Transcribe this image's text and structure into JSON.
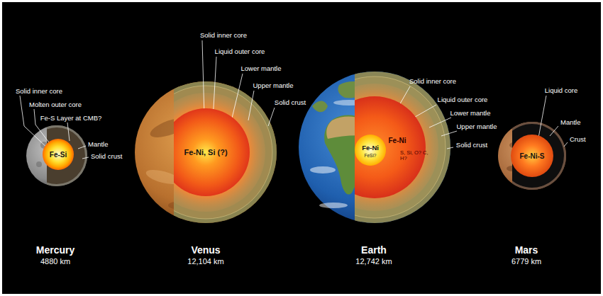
{
  "diagram": {
    "nodes": [
      {
        "text": [
          "Fe-Si"
        ]
      },
      {
        "text": [
          "Fe-Ni, Si (?)"
        ]
      },
      {
        "text": [
          "Fe-Ni",
          "S, Si, O? C, H?"
        ]
      },
      {
        "text": [
          "Fe-Ni",
          "FeSi?"
        ],
        "in": 2
      },
      {
        "text": [
          "Fe-Ni-S"
        ]
      }
    ],
    "labels": [
      "Solid inner core",
      "Molten outer core",
      "Fe-S Layer at CMB?",
      "Mantle",
      "Solid crust",
      "Mercury",
      "4880 km",
      "Solid inner core",
      "Liquid outer core",
      "Lower mantle",
      "Upper mantle",
      "Solid crust",
      "Venus",
      "12,104 km",
      "Solid inner core",
      "Liquid outer core",
      "Lower mantle",
      "Upper mantle",
      "Solid crust",
      "Earth",
      "12,742 km",
      "Liquid core",
      "Mantle",
      "Crust",
      "Mars",
      "6779 km"
    ]
  }
}
